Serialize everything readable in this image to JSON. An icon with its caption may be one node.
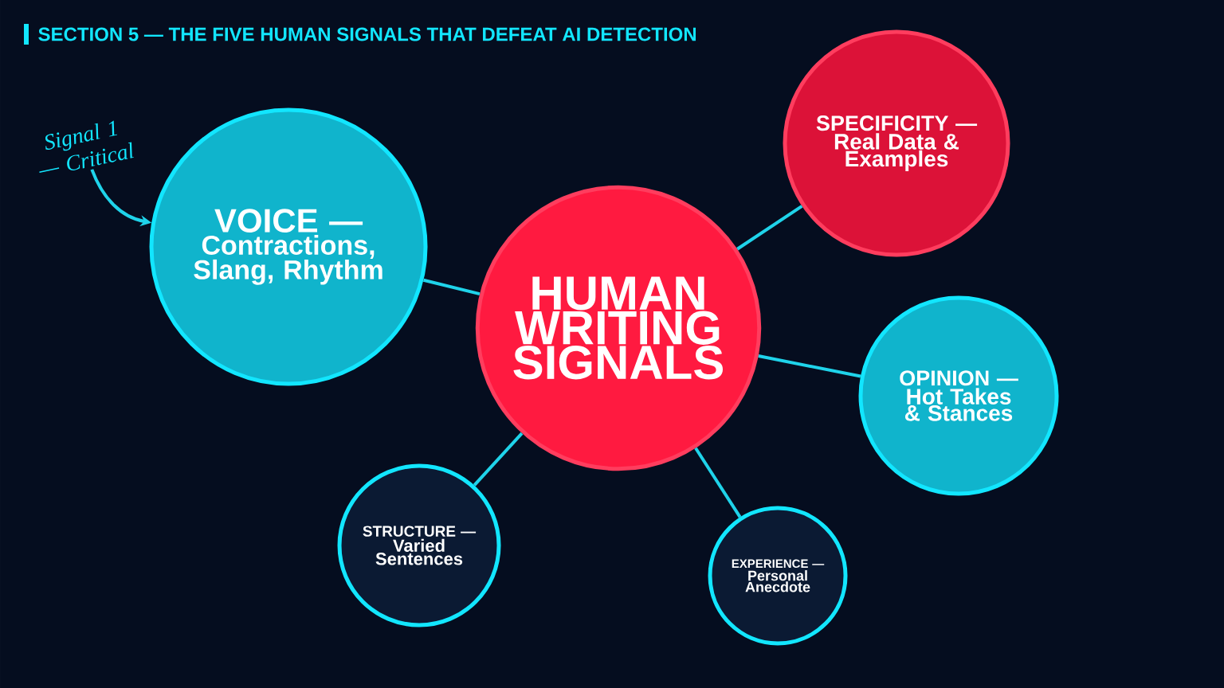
{
  "diagram": {
    "title": "SECTION 5 — THE FIVE HUMAN SIGNALS THAT DEFEAT AI DETECTION",
    "nodes": [
      {
        "text": [
          "Signal 1 — Critical"
        ]
      },
      {
        "text": [
          "VOICE —",
          "Contractions, Slang, Rhythm"
        ]
      },
      {
        "text": [
          "SPECIFICITY —",
          "Real Data & Examples"
        ]
      },
      {
        "text": [
          "HUMAN WRITING SIGNALS"
        ]
      },
      {
        "text": [
          "OPINION —",
          "Hot Takes & Stances"
        ]
      },
      {
        "text": [
          "STRUCTURE —",
          "Varied Sentences"
        ]
      },
      {
        "text": [
          "EXPERIENCE —",
          "Personal Anecdote"
        ]
      }
    ],
    "edges": [
      {
        "from": 0,
        "to": 1,
        "arrow": "to"
      },
      {
        "from": 3,
        "to": 1,
        "arrow": "none"
      },
      {
        "from": 3,
        "to": 2,
        "arrow": "none"
      },
      {
        "from": 3,
        "to": 4,
        "arrow": "none"
      },
      {
        "from": 3,
        "to": 5,
        "arrow": "none"
      },
      {
        "from": 3,
        "to": 6,
        "arrow": "none"
      }
    ]
  }
}
